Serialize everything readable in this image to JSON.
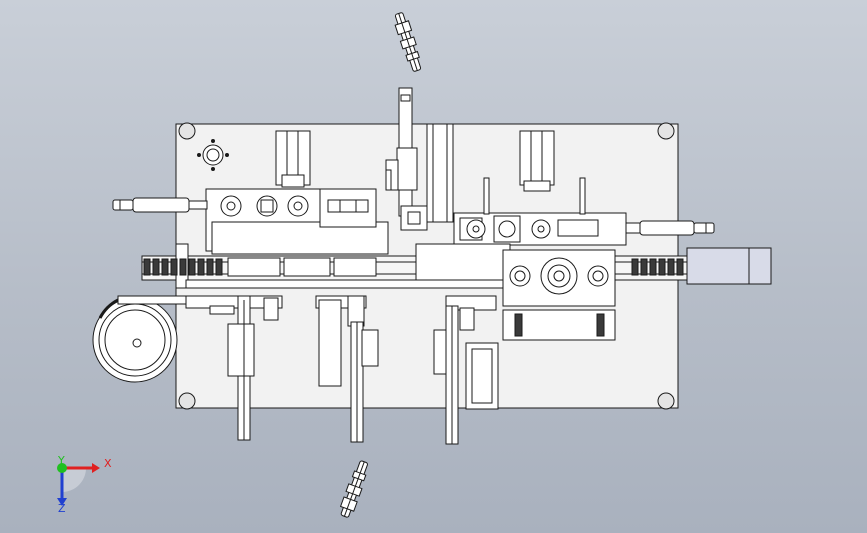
{
  "triad": {
    "x_label": "X",
    "y_label": "Y",
    "z_label": "Z",
    "x_color": "#e02020",
    "y_color": "#20c020",
    "z_color": "#2040d0"
  },
  "colors": {
    "background_top": "#c9cfd8",
    "background_bottom": "#a9b1be",
    "part_fill": "#ffffff",
    "edge": "#1a1a1a",
    "base_plate": "#f2f2f2",
    "motor": "#d8dbe8"
  }
}
